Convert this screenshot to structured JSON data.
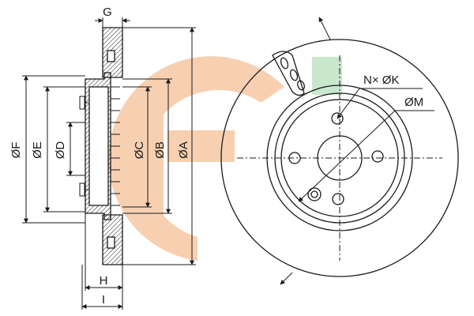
{
  "dimension_labels": {
    "g": "G",
    "h": "H",
    "i": "I",
    "f": "ØF",
    "e": "ØE",
    "d": "ØD",
    "c": "ØC",
    "b": "ØB",
    "a": "ØA",
    "nk": "N× ØK",
    "m": "ØM"
  },
  "colors": {
    "watermark_orange": "#f6c8a4",
    "watermark_green": "#bfe3c4",
    "line": "#1a1a1a",
    "section_hatch": "#1a1a1a"
  },
  "icons": {
    "watermark": "brand-watermark-logo"
  }
}
